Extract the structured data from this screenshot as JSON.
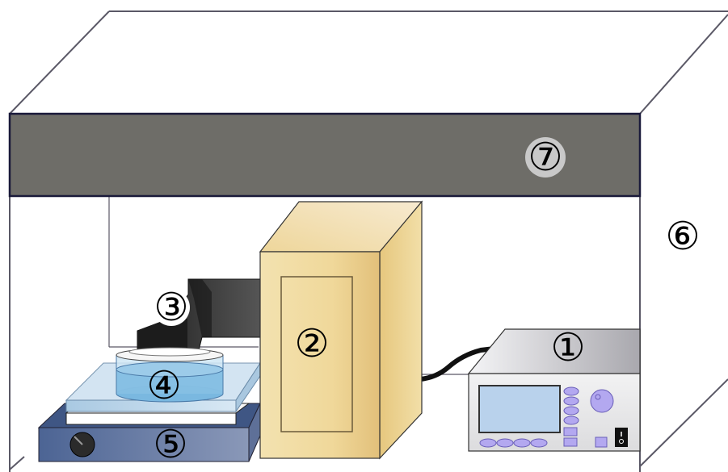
{
  "labels": {
    "one": "①",
    "two": "②",
    "three": "③",
    "four": "④",
    "five": "⑤",
    "six": "⑥",
    "seven": "⑦"
  },
  "colors": {
    "enclosure_line": "#55535f",
    "top_bar": "#6e6d68",
    "top_bar_border": "#1a1a3a",
    "cabinet": "#f0dca4",
    "cabinet_dark": "#dcbd7a",
    "cabinet_side": "#e8cc86",
    "arm_dark": "#222222",
    "tray_blue": "#b9d6ea",
    "liquid_blue": "#7ab8e0",
    "hotplate_blue": "#4a6596",
    "generator_body": "#e9e9ea",
    "generator_screen": "#b9d2ec",
    "generator_buttons": "#b3a8f0"
  },
  "icons": {
    "knob": "knob-icon",
    "power_switch": "power-switch-icon",
    "dial": "dial-icon"
  }
}
